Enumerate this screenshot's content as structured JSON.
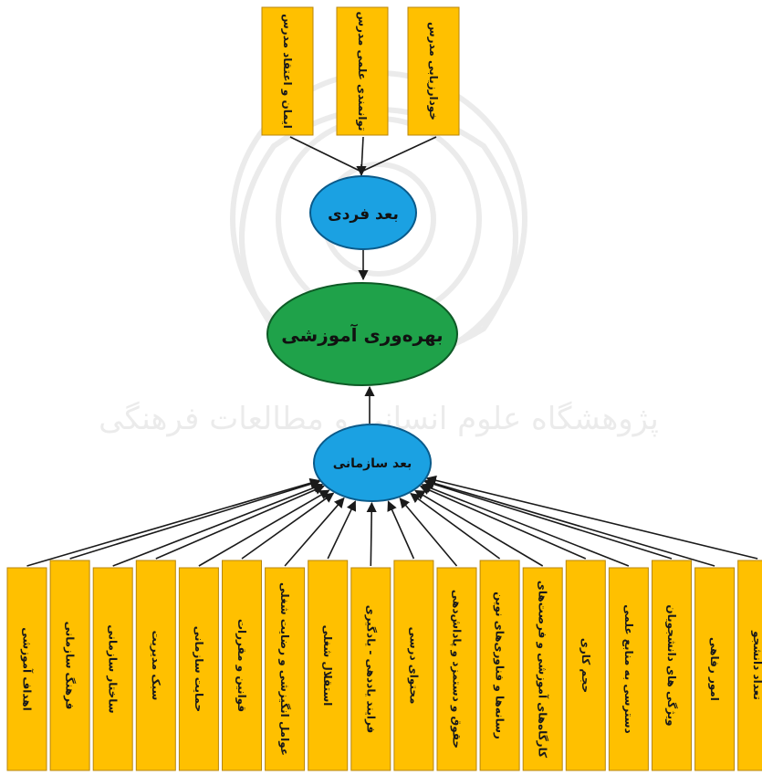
{
  "colors": {
    "box_fill": "#FFC000",
    "box_stroke": "#B8860B",
    "individual_fill": "#1BA1E2",
    "organizational_fill": "#1BA1E2",
    "outcome_fill": "#1FA24A",
    "arrow": "#1a1a1a",
    "watermark": "#c8c8c8"
  },
  "watermark": {
    "text": "پژوهشگاه علوم انسانی و مطالعات فرهنگی"
  },
  "individual": {
    "label": "بعد فردی",
    "factors": [
      {
        "label": "ایمان و اعتقاد مدرس"
      },
      {
        "label": "توانمندی علمی مدرس"
      },
      {
        "label": "خودارزیابی مدرس"
      }
    ]
  },
  "outcome": {
    "label": "بهره‌وری آموزشی"
  },
  "organizational": {
    "label": "بعد سازمانی",
    "factors": [
      {
        "label": "اهداف آموزشی"
      },
      {
        "label": "فرهنگ سازمانی"
      },
      {
        "label": "ساختار سازمانی"
      },
      {
        "label": "سبک مدیریت"
      },
      {
        "label": "حمایت سازمانی"
      },
      {
        "label": "قوانین و مقررات"
      },
      {
        "label": "عوامل انگیزشی و رضایت شغلی"
      },
      {
        "label": "استقلال شغلی"
      },
      {
        "label": "فرایند یاددهی - یادگیری"
      },
      {
        "label": "محتوای درسی"
      },
      {
        "label": "حقوق و دستمزد و پاداش‌دهی"
      },
      {
        "label": "رسانه‌ها و فناوری‌های نوین"
      },
      {
        "label": "کارگاه‌های آموزشی و فرصت‌های"
      },
      {
        "label": "حجم کاری"
      },
      {
        "label": "دسترسی به منابع علمی"
      },
      {
        "label": "ویژگی های دانشجویان"
      },
      {
        "label": "امور رفاهی"
      },
      {
        "label": "تعداد دانشجو"
      }
    ]
  }
}
